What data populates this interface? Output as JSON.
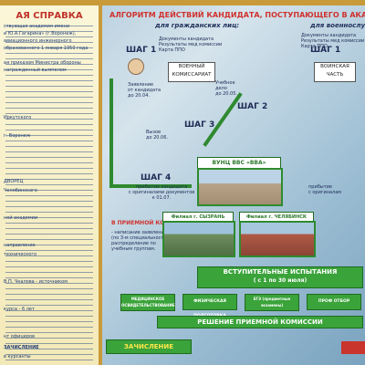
{
  "left_panel": {
    "title": "АЯ СПРАВКА",
    "lines": [
      "ствующая академия имени",
      "и Ю.А.Гагарина» (г.Воронеж),",
      "авиационного инженерного",
      "образованного 1 января 1950 года",
      "ая приказом Министра обороны",
      "награжденный вымпелом",
      "Иркутского",
      "г. Воронеж",
      "ДВОРЕЦ",
      "Челябинского",
      "ной академии",
      "направление",
      "технического",
      "В.П. Чкалова - источником",
      "курса - 6 лет",
      "нт офицеров",
      "ЗАЧИСЛЕНИЕ",
      "в курсанты"
    ]
  },
  "main": {
    "title": "АЛГОРИТМ ДЕЙСТВИЙ КАНДИДАТА, ПОСТУПАЮЩЕГО В АКА",
    "civil_label": "для гражданских лиц:",
    "military_label": "для военнослуж",
    "step1": "ШАГ 1",
    "step1_right": "ШАГ 1",
    "step2": "ШАГ 2",
    "step3": "ШАГ 3",
    "step4": "ШАГ 4",
    "docs_note": [
      "Документы кандидата",
      "Результаты мед комиссии",
      "Карта ППО"
    ],
    "docs_note_right": [
      "Документы кандидата",
      "Результаты мед комиссии",
      "Карта ППО"
    ],
    "commissariat": "ВОЕННЫЙ КОМИССАРИАТ",
    "unit": "ВОИНСКАЯ ЧАСТЬ",
    "application": [
      "Заявление",
      "от кандидата",
      "до 20.04."
    ],
    "personal_file": [
      "Учебное",
      "дело",
      "до 20.05."
    ],
    "call": [
      "Вызов",
      "до 20.06."
    ],
    "vunc": "ВУНЦ ВВС «ВВА»",
    "arrival": [
      "прибытие кандидата",
      "с оригиналами документов",
      "к 01.07."
    ],
    "arrival_right": [
      "прибытие",
      "с оригиналам"
    ],
    "admission": "В ПРИЕМНОЙ КОМИССИИ:",
    "admission_items": [
      "- написание заявления",
      "(по 3-м специальностям);",
      "распределение по",
      "учебным группам."
    ],
    "branch1": "Филиал г. СЫЗРАНЬ",
    "branch2": "Филиал г. ЧЕЛЯБИНСК",
    "entrance_exams": "ВСТУПИТЕЛЬНЫЕ ИСПЫТАНИЯ",
    "exam_dates": "( с 1 по 30 июля)",
    "exam_items": [
      "МЕДИЦИНСКОЕ ОСВИДЕТЕЛЬСТВОВАНИЕ",
      "ФИЗИЧЕСКАЯ ПОДГОТОВКА",
      "ЕГЭ (предметные экзамены)",
      "ПРОФ ОТБОР"
    ],
    "decision": "РЕШЕНИЕ ПРИЕМНОЙ КОМИССИИ",
    "enrollment": "ЗАЧИСЛЕНИЕ"
  }
}
